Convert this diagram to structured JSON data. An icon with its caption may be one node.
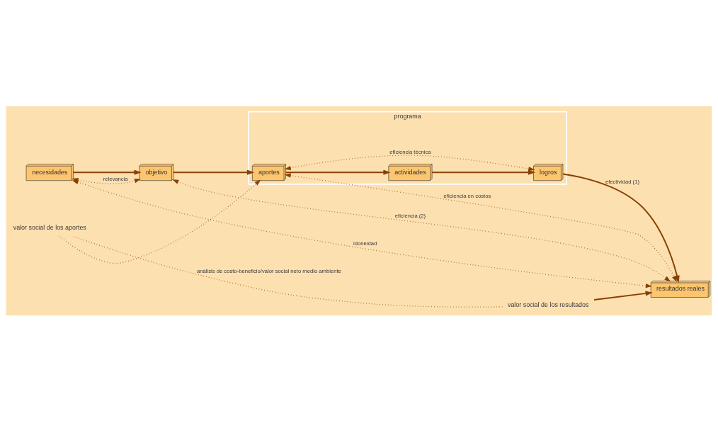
{
  "diagram": {
    "nodes": [
      {
        "text": [
          "necesidades"
        ]
      },
      {
        "text": [
          "objetivo"
        ]
      },
      {
        "text": [
          "programa"
        ]
      },
      {
        "text": [
          "aportes"
        ],
        "in": 2
      },
      {
        "text": [
          "actividades"
        ],
        "in": 2
      },
      {
        "text": [
          "logros"
        ],
        "in": 2
      },
      {
        "text": [
          "resultados reales"
        ]
      },
      {
        "text": [
          "valor social de los resultados"
        ]
      },
      {
        "text": [
          "valor social de los aportes"
        ]
      }
    ],
    "edges": [
      {
        "from": 0,
        "to": 1,
        "arrow": "to"
      },
      {
        "from": 1,
        "to": 3,
        "arrow": "to"
      },
      {
        "from": 3,
        "to": 4,
        "arrow": "to"
      },
      {
        "from": 4,
        "to": 5,
        "arrow": "to"
      },
      {
        "from": 5,
        "to": 6,
        "arrow": "to",
        "label": "efectividad (1)"
      },
      {
        "from": 7,
        "to": 6,
        "arrow": "to"
      },
      {
        "from": 7,
        "to": 8,
        "arrow": "none",
        "style": "dashed",
        "label": "análisis de costo-beneficio/valor social neto medio ambiente"
      },
      {
        "from": 8,
        "to": 3,
        "arrow": "to",
        "style": "dashed"
      },
      {
        "from": 1,
        "to": 0,
        "arrow": "both",
        "style": "dashed",
        "label": "relevancia"
      },
      {
        "from": 3,
        "to": 5,
        "arrow": "both",
        "style": "dashed",
        "label": "eficiencia técnica"
      },
      {
        "from": 3,
        "to": 6,
        "arrow": "both",
        "style": "dashed",
        "label": "eficiencia en costos"
      },
      {
        "from": 1,
        "to": 6,
        "arrow": "both",
        "style": "dashed",
        "label": "eficiencia (2)"
      },
      {
        "from": 0,
        "to": 6,
        "arrow": "both",
        "style": "dashed",
        "label": "idoneidad"
      }
    ]
  }
}
